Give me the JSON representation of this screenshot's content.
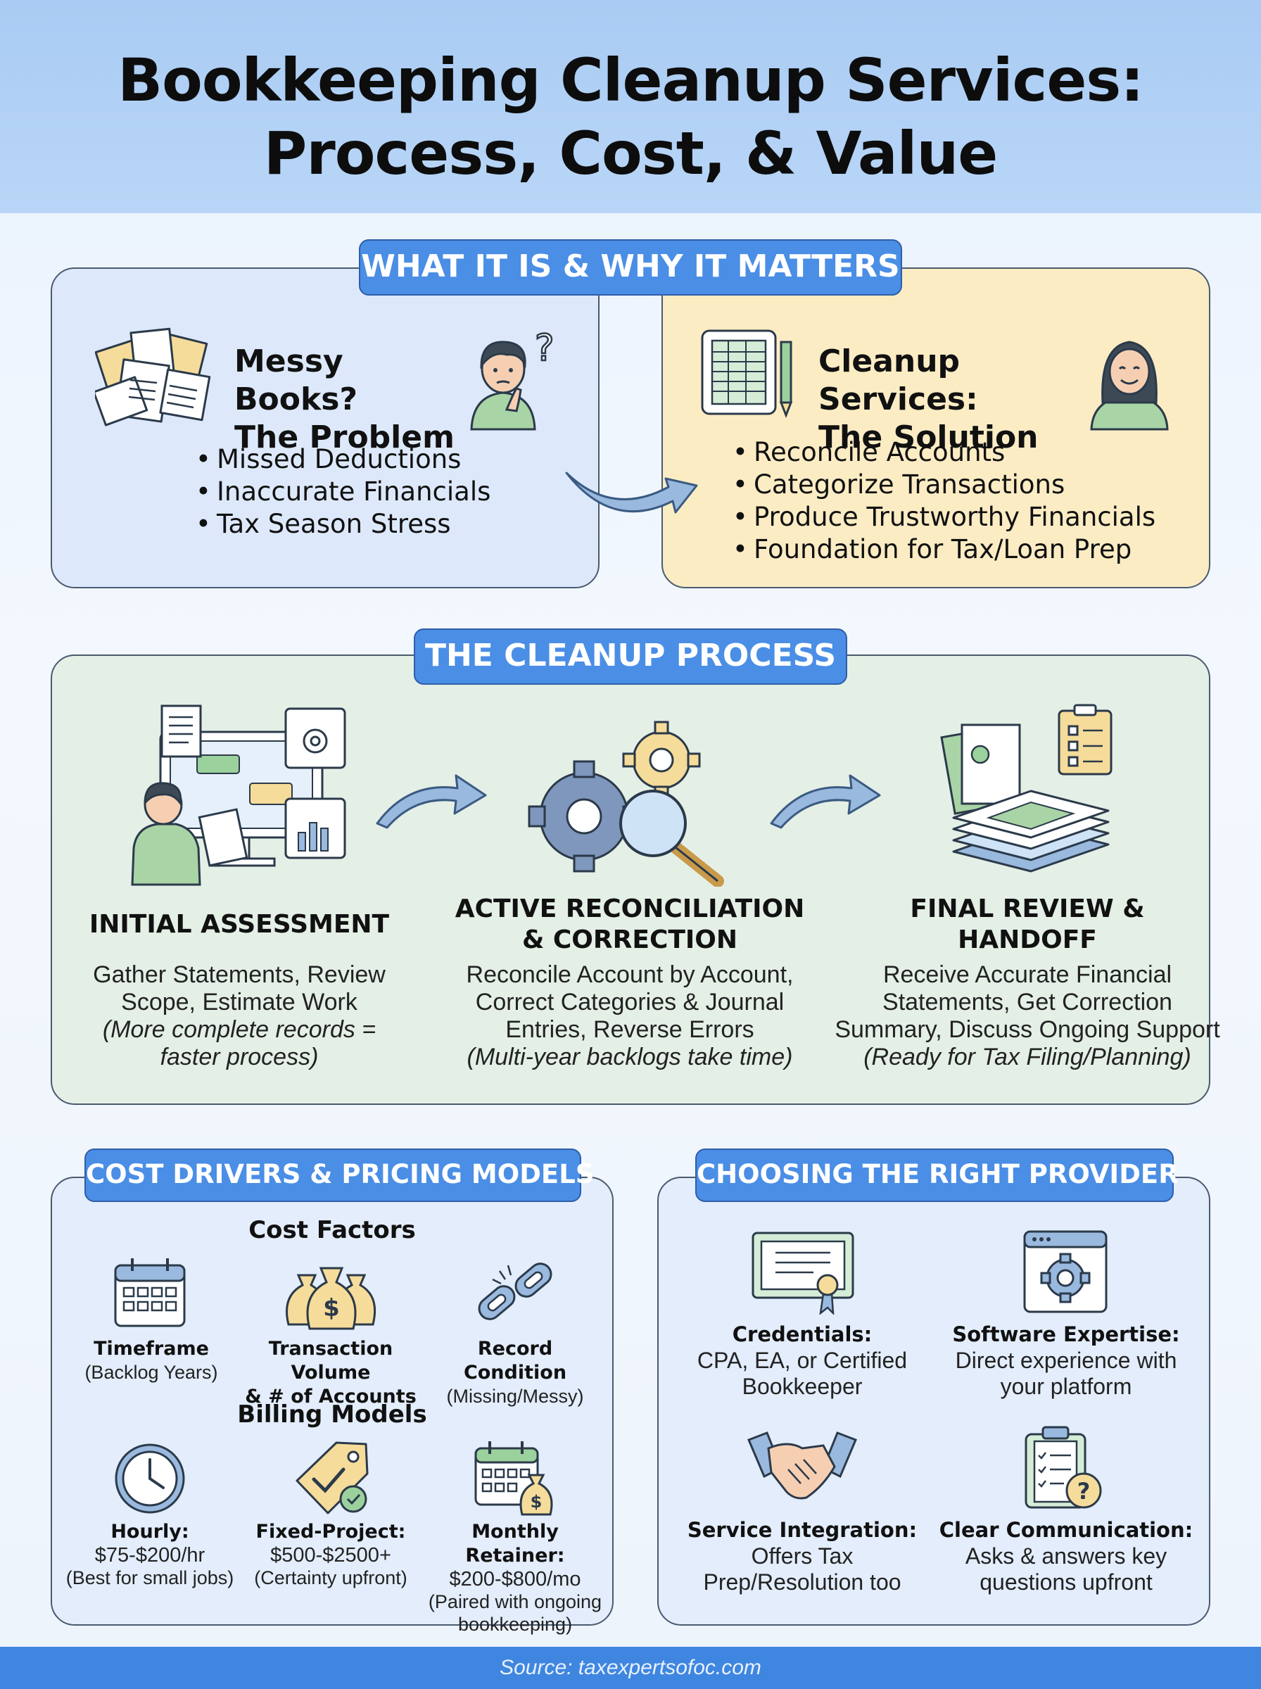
{
  "header": {
    "title_line1": "Bookkeeping Cleanup Services:",
    "title_line2": "Process, Cost, & Value"
  },
  "section1": {
    "tag": "WHAT IT IS & WHY IT MATTERS",
    "problem": {
      "title_line1": "Messy Books?",
      "title_line2": "The Problem",
      "bullets": [
        "Missed Deductions",
        "Inaccurate Financials",
        "Tax Season Stress"
      ]
    },
    "solution": {
      "title_line1": "Cleanup Services:",
      "title_line2": "The Solution",
      "bullets": [
        "Reconcile Accounts",
        "Categorize Transactions",
        "Produce Trustworthy Financials",
        "Foundation for Tax/Loan Prep"
      ]
    }
  },
  "section2": {
    "tag": "THE CLEANUP PROCESS",
    "steps": [
      {
        "title_line1": "INITIAL ASSESSMENT",
        "title_line2": "",
        "desc_lines": [
          "Gather Statements, Review",
          "Scope, Estimate Work"
        ],
        "note_lines": [
          "(More complete records =",
          "faster process)"
        ]
      },
      {
        "title_line1": "ACTIVE RECONCILIATION",
        "title_line2": "& CORRECTION",
        "desc_lines": [
          "Reconcile Account by Account,",
          "Correct Categories & Journal",
          "Entries, Reverse Errors"
        ],
        "note_lines": [
          "(Multi-year backlogs take time)"
        ]
      },
      {
        "title_line1": "FINAL REVIEW &",
        "title_line2": "HANDOFF",
        "desc_lines": [
          "Receive Accurate Financial",
          "Statements, Get Correction",
          "Summary, Discuss Ongoing Support"
        ],
        "note_lines": [
          "(Ready for Tax Filing/Planning)"
        ]
      }
    ]
  },
  "section3": {
    "tag": "COST DRIVERS & PRICING MODELS",
    "cost_factors_title": "Cost Factors",
    "cost_factors": [
      {
        "title_line1": "Timeframe",
        "title_line2": "",
        "sub": "(Backlog Years)",
        "icon": "calendar-icon"
      },
      {
        "title_line1": "Transaction Volume",
        "title_line2": "& # of Accounts",
        "sub": "",
        "icon": "money-bags-icon"
      },
      {
        "title_line1": "Record Condition",
        "title_line2": "",
        "sub": "(Missing/Messy)",
        "icon": "broken-link-icon"
      }
    ],
    "billing_title": "Billing Models",
    "billing": [
      {
        "title": "Hourly:",
        "price": "$75-$200/hr",
        "sub_lines": [
          "(Best for small jobs)"
        ],
        "icon": "clock-icon"
      },
      {
        "title": "Fixed-Project:",
        "price": "$500-$2500+",
        "sub_lines": [
          "(Certainty upfront)"
        ],
        "icon": "price-tag-icon"
      },
      {
        "title": "Monthly Retainer:",
        "price": "$200-$800/mo",
        "sub_lines": [
          "(Paired with ongoing",
          "bookkeeping)"
        ],
        "icon": "calendar-money-icon"
      }
    ]
  },
  "section4": {
    "tag": "CHOOSING THE RIGHT PROVIDER",
    "items": [
      {
        "title": "Credentials:",
        "lines": [
          "CPA, EA, or Certified",
          "Bookkeeper"
        ],
        "icon": "certificate-icon"
      },
      {
        "title": "Software Expertise:",
        "lines": [
          "Direct experience with",
          "your platform"
        ],
        "icon": "software-gear-icon"
      },
      {
        "title": "Service Integration:",
        "lines": [
          "Offers Tax",
          "Prep/Resolution too"
        ],
        "icon": "handshake-icon"
      },
      {
        "title": "Clear Communication:",
        "lines": [
          "Asks & answers key",
          "questions upfront"
        ],
        "icon": "checklist-question-icon"
      }
    ]
  },
  "footer": {
    "source": "Source: taxexpertsofoc.com"
  },
  "colors": {
    "header_bg": "#b3d1f5",
    "tag_bg": "#4a8ee6",
    "problem_bg": "#dde9fb",
    "solution_bg": "#fbecc4",
    "process_bg": "#e4efe6",
    "footer_bg": "#3f86e0"
  }
}
